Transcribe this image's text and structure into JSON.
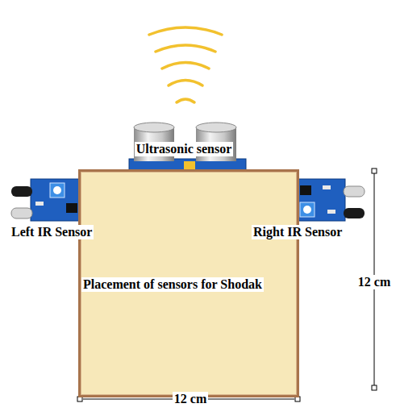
{
  "diagram": {
    "nodes": [
      {
        "text": [
          "Placement of sensors for Shodak"
        ]
      }
    ],
    "labels": [
      "Ultrasonic sensor",
      "Left IR Sensor",
      "Right IR Sensor",
      "12 cm",
      "12 cm"
    ]
  }
}
